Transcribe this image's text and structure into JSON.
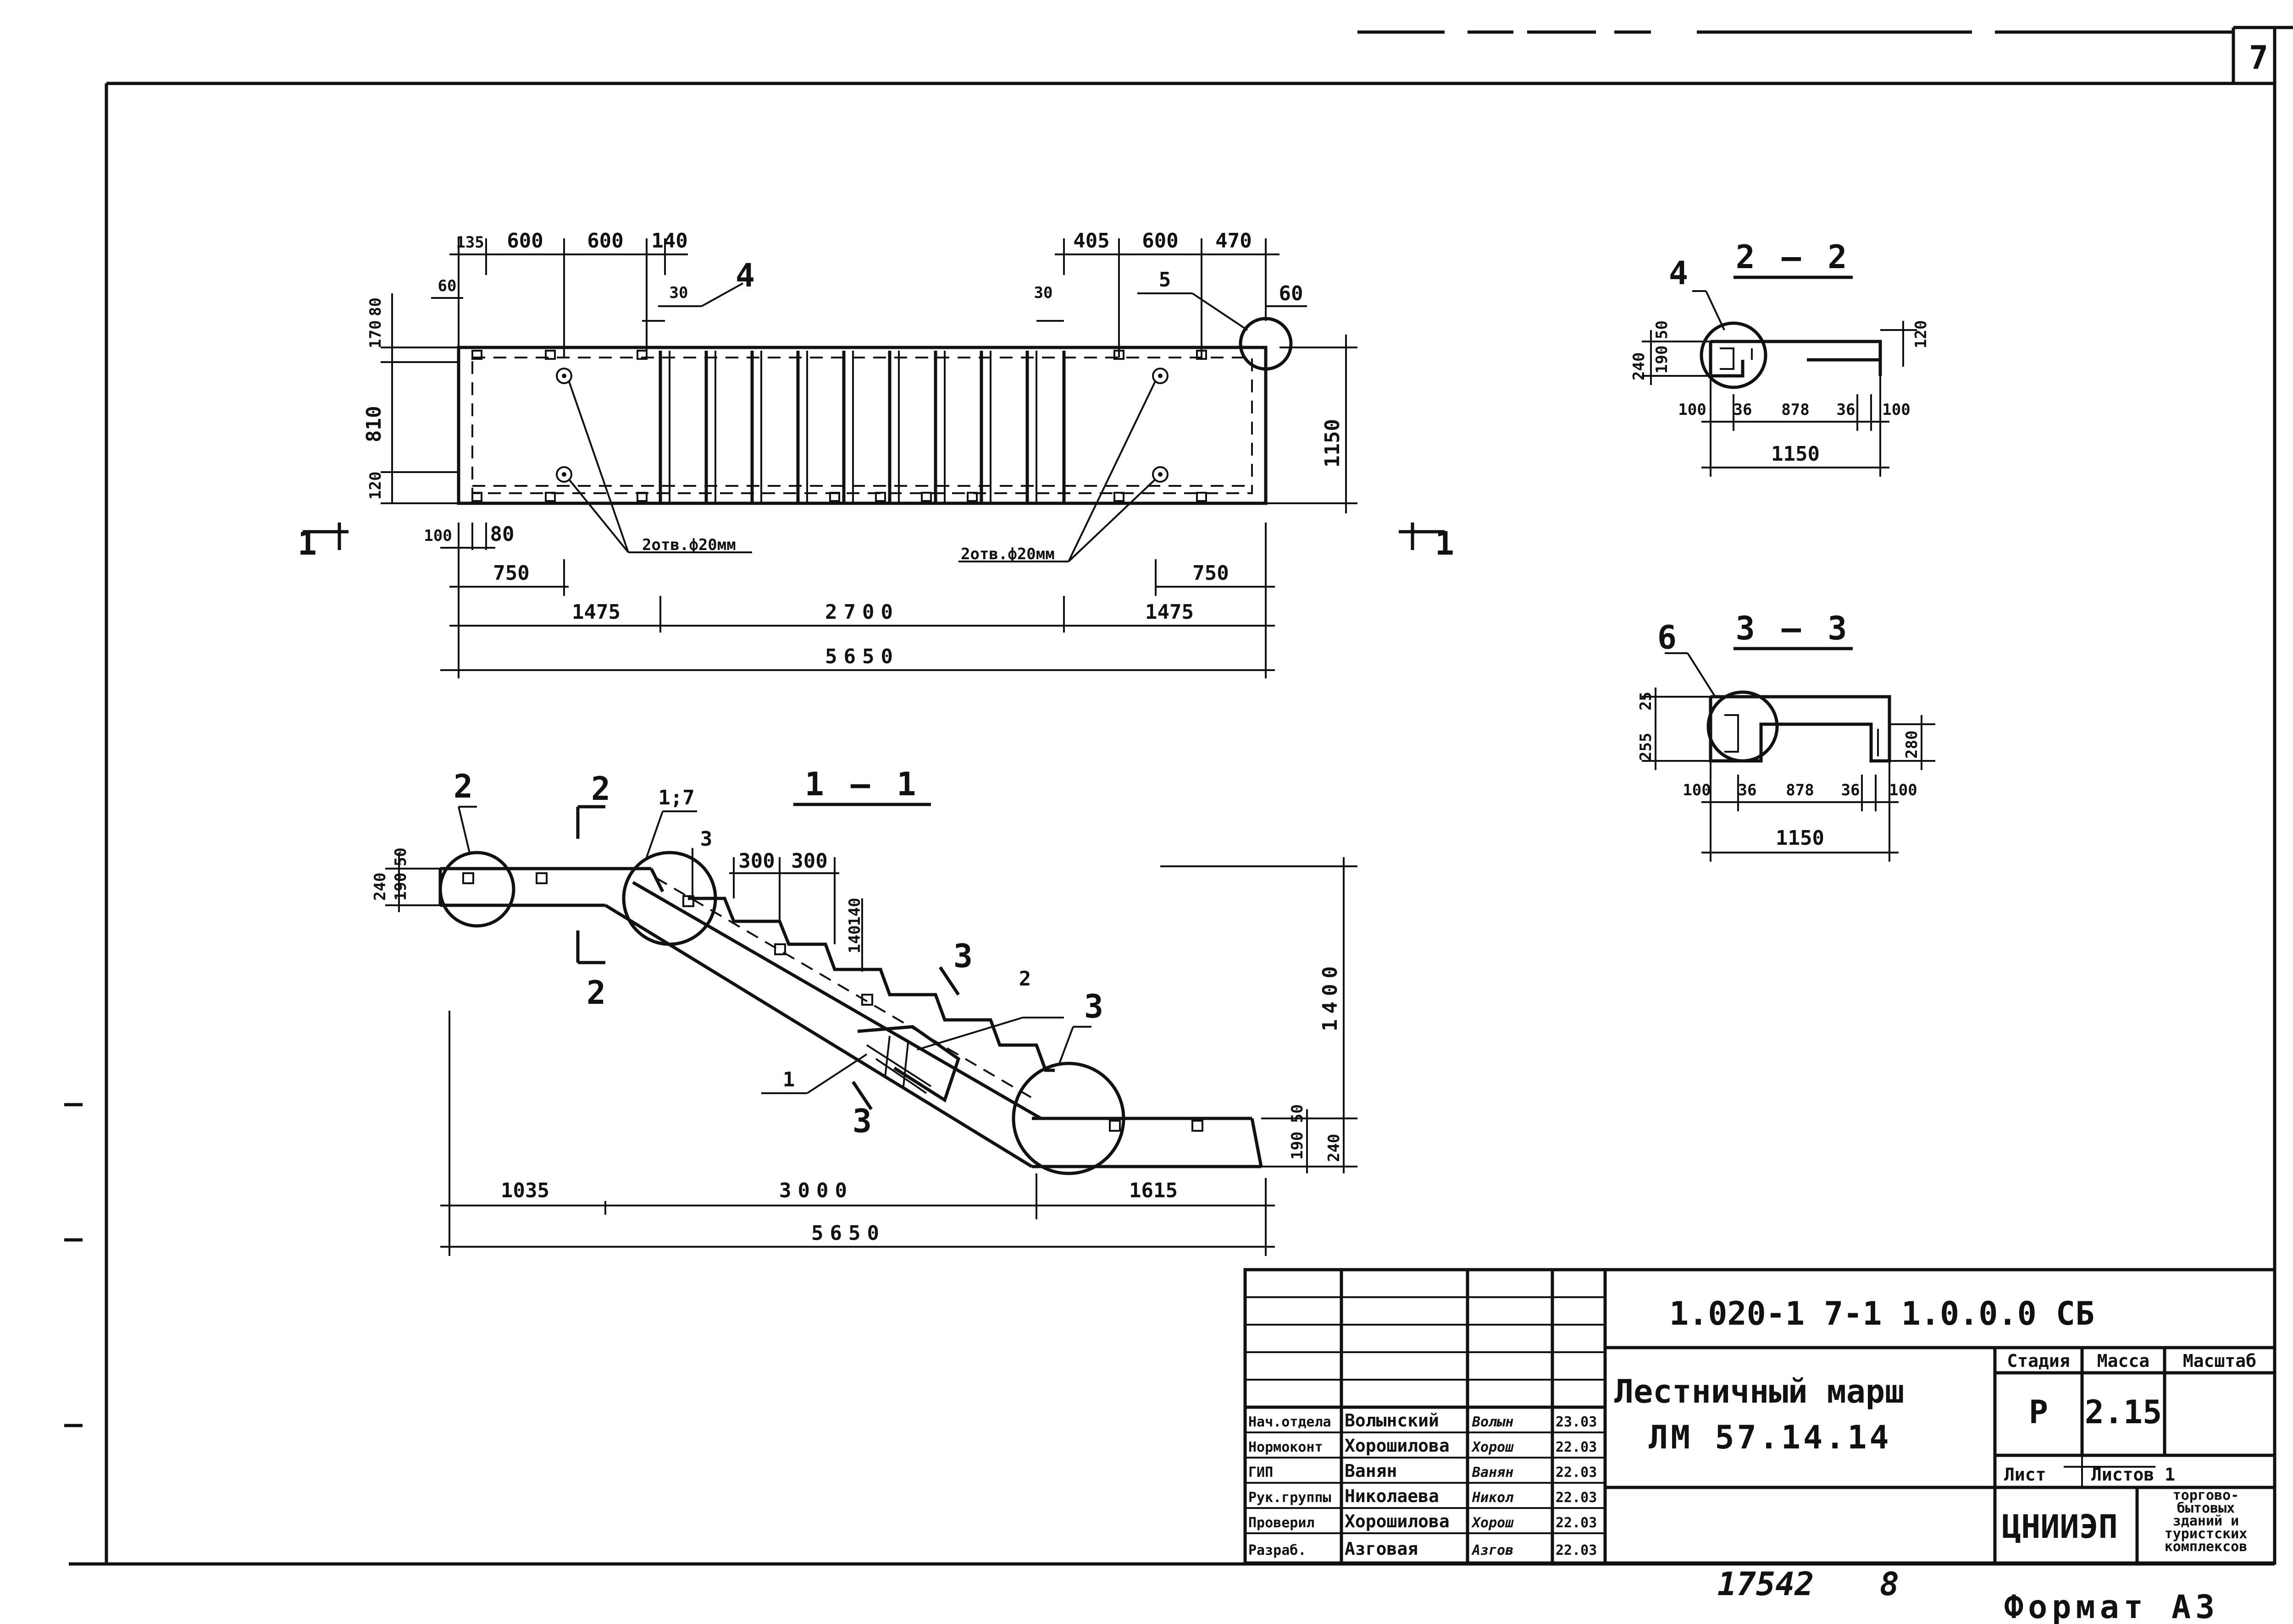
{
  "sheet": {
    "number": "7",
    "archive_number": "17542",
    "archive_page": "8",
    "format_label": "Формат А3"
  },
  "plan": {
    "top_dims_left": [
      "135",
      "600",
      "600",
      "140"
    ],
    "top_dims_right": [
      "405",
      "600",
      "470"
    ],
    "small_60_left": "60",
    "small_30_left": "30",
    "small_30_right": "30",
    "small_60_right": "60",
    "leader_4": "4",
    "leader_5": "5",
    "left_dims": [
      "170",
      "80",
      "810",
      "120"
    ],
    "right_height": "1150",
    "hole_note_left": "2отв.ф20мм",
    "hole_note_right": "2отв.ф20мм",
    "bottom_small": [
      "100",
      "80"
    ],
    "dim_750_left": "750",
    "dim_750_right": "750",
    "dim_row": [
      "1475",
      "2700",
      "1475"
    ],
    "total": "5650",
    "section_mark": "1",
    "section_mark_right": "1"
  },
  "elevation": {
    "title": "1 — 1",
    "leader_2": "2",
    "leader_1_7": "1;7",
    "leader_3": "3",
    "cut_2_top": "2",
    "cut_2_bottom": "2",
    "step_dims": [
      "300",
      "300"
    ],
    "riser_dims": [
      "140",
      "140"
    ],
    "left_vert": [
      "240",
      "190",
      "50"
    ],
    "right_vert": [
      "190",
      "50",
      "240"
    ],
    "height_total": "1400",
    "cut_3_top": "3",
    "cut_3_bottom": "3",
    "leader_2b": "2",
    "leader_1": "1",
    "leader_3b": "3",
    "bottom_dims": [
      "1035",
      "3000",
      "1615"
    ],
    "total": "5650"
  },
  "section_2_2": {
    "title": "2 — 2",
    "leader": "4",
    "left_dims": [
      "240",
      "190",
      "50"
    ],
    "right_dim": "120",
    "bottom_dims": [
      "100",
      "36",
      "878",
      "36",
      "100"
    ],
    "total": "1150"
  },
  "section_3_3": {
    "title": "3 — 3",
    "leader": "6",
    "left_dims": [
      "255",
      "25"
    ],
    "right_dim": "280",
    "bottom_dims": [
      "100",
      "36",
      "878",
      "36",
      "100"
    ],
    "total": "1150"
  },
  "title_block": {
    "doc_code": "1.020-1 7-1 1.0.0.0 СБ",
    "name_line1": "Лестничный марш",
    "name_line2": "ЛМ 57.14.14",
    "col_stage": "Стадия",
    "col_mass": "Масса",
    "col_scale": "Масштаб",
    "stage": "Р",
    "mass": "2.15",
    "sheet_label": "Лист",
    "sheets_label": "Листов 1",
    "org": "ЦНИИЭП",
    "org_desc": [
      "торгово-",
      "бытовых",
      "зданий и",
      "туристских",
      "комплексов"
    ],
    "people": [
      {
        "role": "Нач.отдела",
        "name": "Волынский",
        "sign": "Волын",
        "date": "23.03"
      },
      {
        "role": "Нормоконт",
        "name": "Хорошилова",
        "sign": "Хорош",
        "date": "22.03"
      },
      {
        "role": "ГИП",
        "name": "Ванян",
        "sign": "Ванян",
        "date": "22.03"
      },
      {
        "role": "Рук.группы",
        "name": "Николаева",
        "sign": "Никол",
        "date": "22.03"
      },
      {
        "role": "Проверил",
        "name": "Хорошилова",
        "sign": "Хорош",
        "date": "22.03"
      },
      {
        "role": "Разраб.",
        "name": "Азговая",
        "sign": "Азгов",
        "date": "22.03"
      }
    ]
  }
}
